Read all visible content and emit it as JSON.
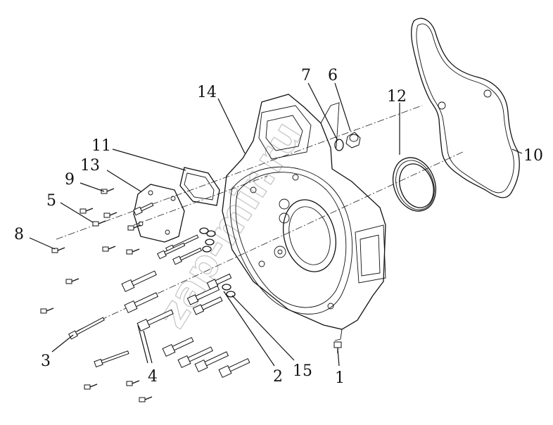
{
  "callouts": {
    "c1": "1",
    "c2": "2",
    "c3": "3",
    "c4": "4",
    "c5": "5",
    "c6": "6",
    "c7": "7",
    "c8": "8",
    "c9": "9",
    "c10": "10",
    "c11": "11",
    "c12": "12",
    "c13": "13",
    "c14": "14",
    "c15": "15"
  },
  "watermark": {
    "text": "zap-mir.ru"
  },
  "colors": {
    "line": "#111111",
    "watermark": "#c7c7c7",
    "background": "#ffffff"
  }
}
